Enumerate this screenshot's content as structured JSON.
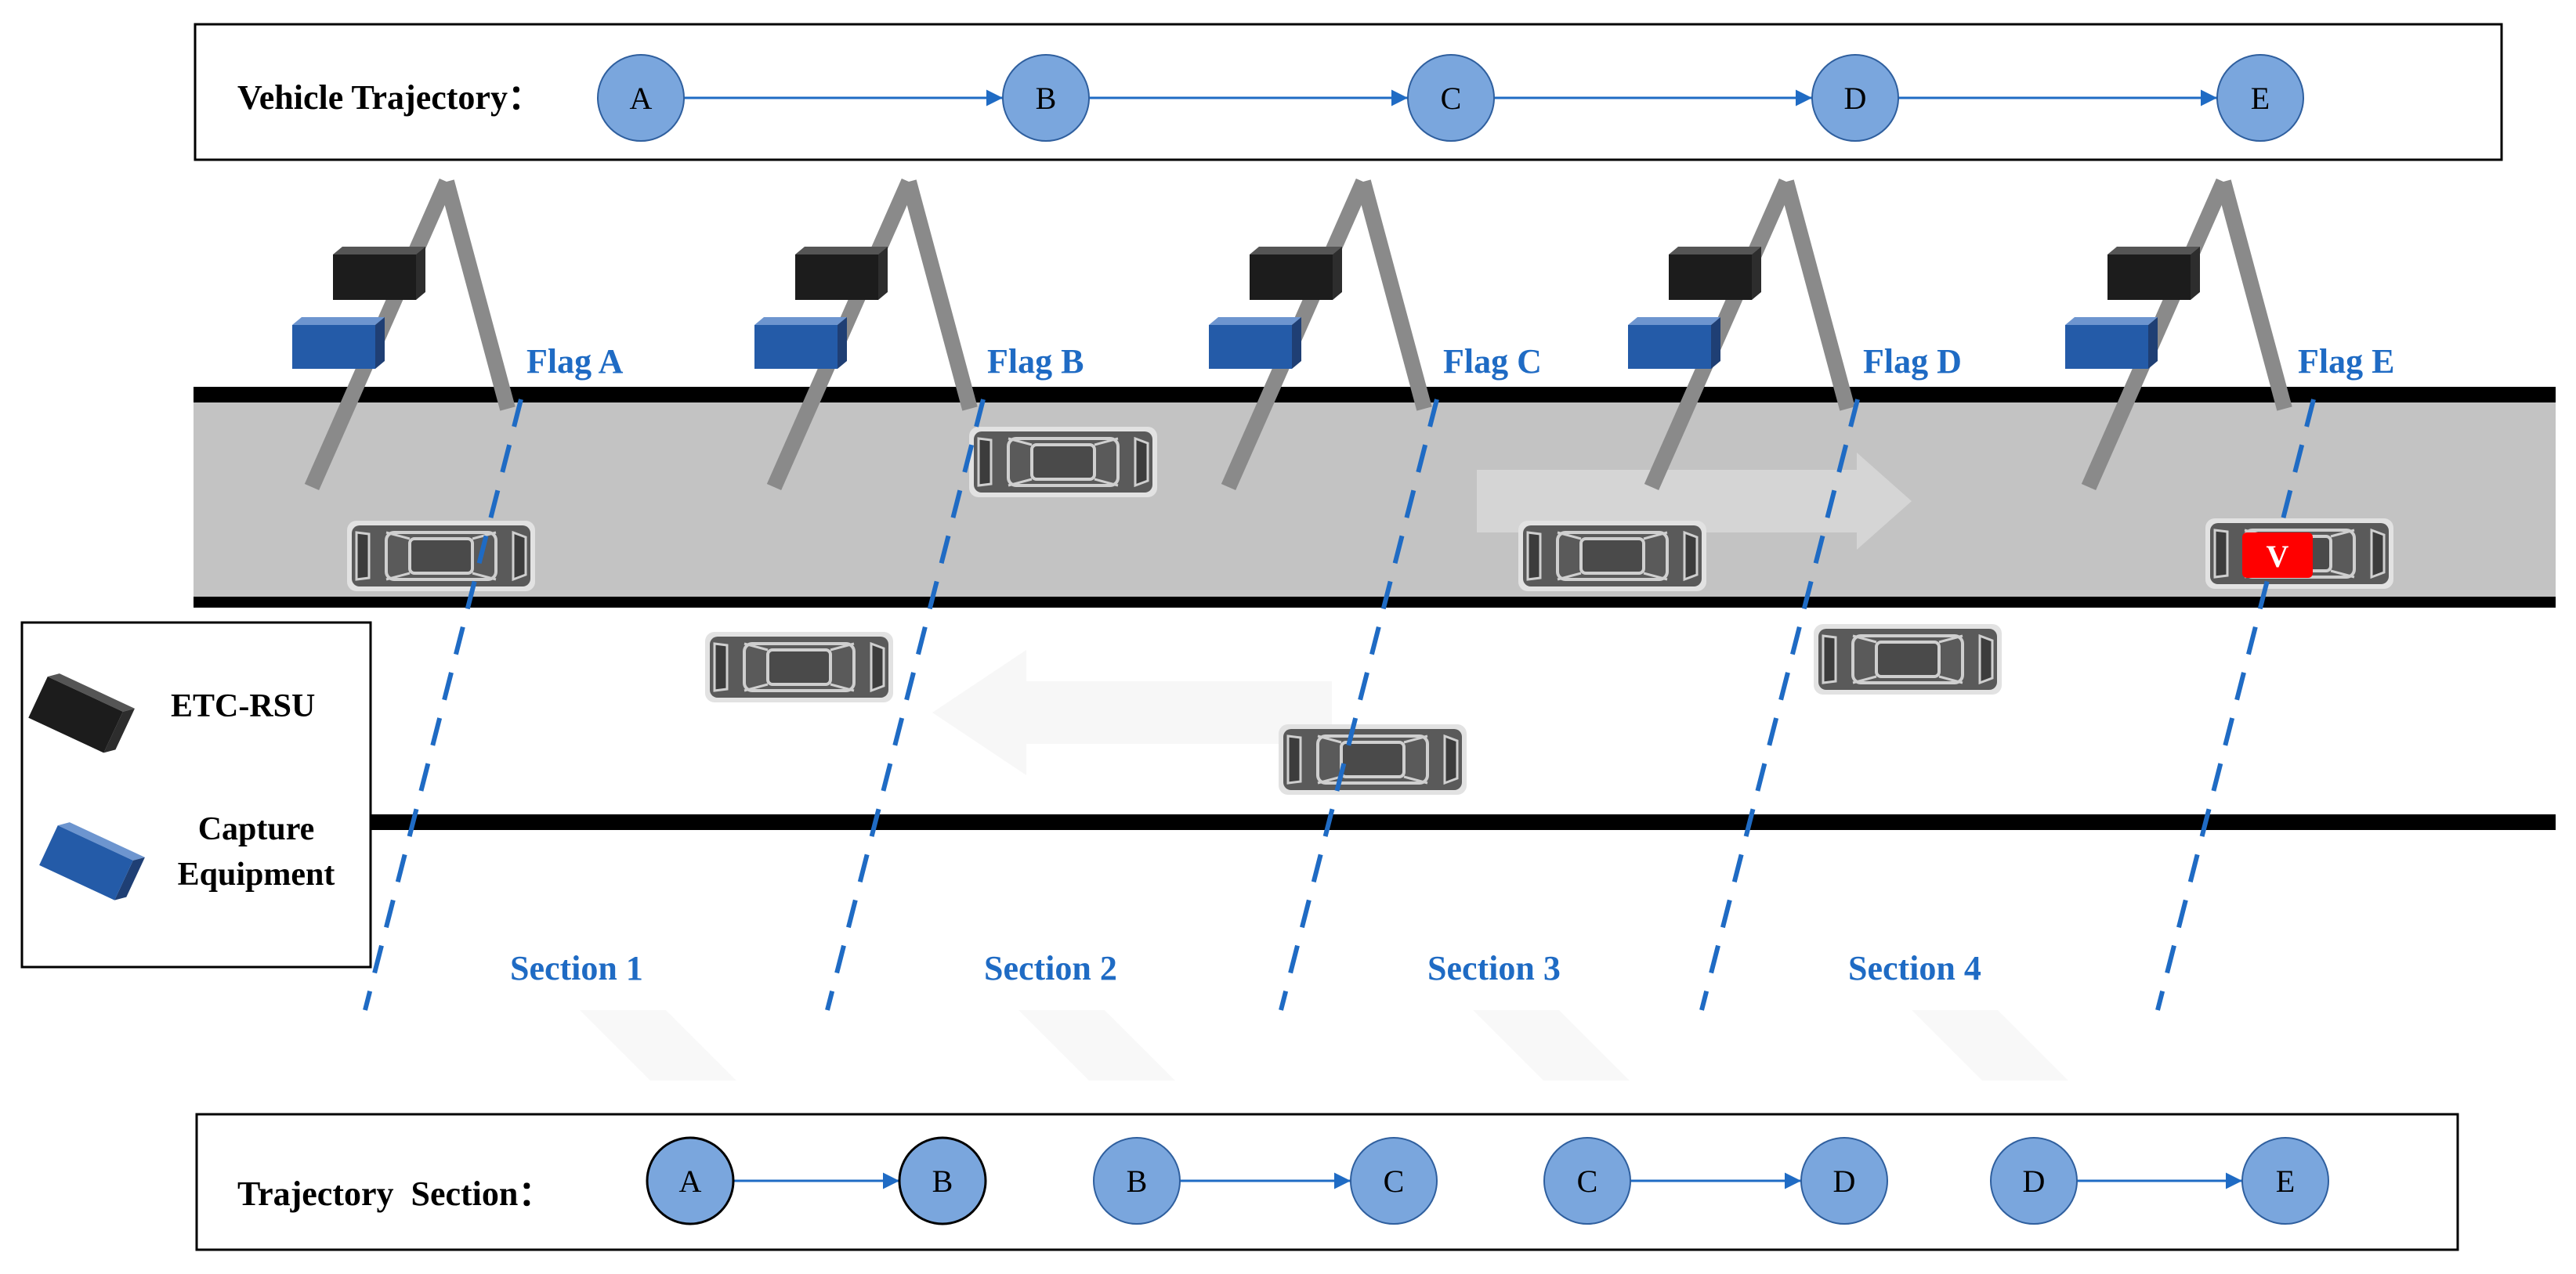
{
  "vehicle_trajectory": {
    "label": "Vehicle Trajectory：",
    "nodes": [
      "A",
      "B",
      "C",
      "D",
      "E"
    ]
  },
  "flags": [
    "Flag A",
    "Flag B",
    "Flag C",
    "Flag D",
    "Flag E"
  ],
  "sections": [
    "Section 1",
    "Section 2",
    "Section 3",
    "Section 4"
  ],
  "trajectory_section": {
    "label": "Trajectory  Section：",
    "pairs": [
      [
        "A",
        "B"
      ],
      [
        "B",
        "C"
      ],
      [
        "C",
        "D"
      ],
      [
        "D",
        "E"
      ]
    ]
  },
  "legend": {
    "etc_rsu": "ETC-RSU",
    "capture_line1": "Capture",
    "capture_line2": "Equipment"
  },
  "target_vehicle_marker": "V",
  "colors": {
    "node_fill": "#7aa6dd",
    "blue_text": "#1f6bc4",
    "arrow": "#1f6bc4",
    "road": "#c3c3c3",
    "highlight": "#ff0000"
  }
}
